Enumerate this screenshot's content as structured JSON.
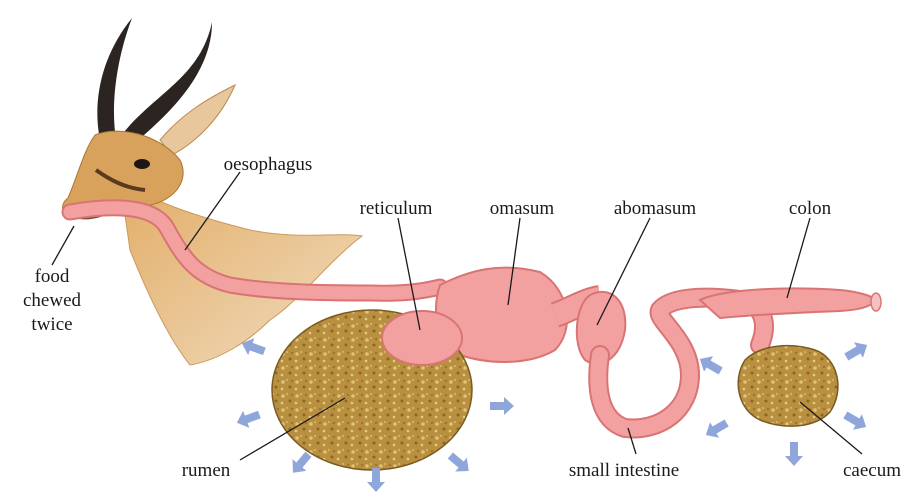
{
  "diagram": {
    "labels": {
      "food_line1": "food",
      "food_line2": "chewed",
      "food_line3": "twice",
      "oesophagus": "oesophagus",
      "reticulum": "reticulum",
      "omasum": "omasum",
      "abomasum": "abomasum",
      "colon": "colon",
      "rumen": "rumen",
      "small_intestine": "small intestine",
      "caecum": "caecum"
    },
    "colors": {
      "gut_pink": "#f3a0a0",
      "gut_outline": "#d97474",
      "fermentation_brown": "#b48a3f",
      "arrow_blue": "#8fa6da",
      "fur_tan": "#d9a25c"
    },
    "icons": [
      "gazelle-head-illustration",
      "fermentation-arrow"
    ]
  }
}
